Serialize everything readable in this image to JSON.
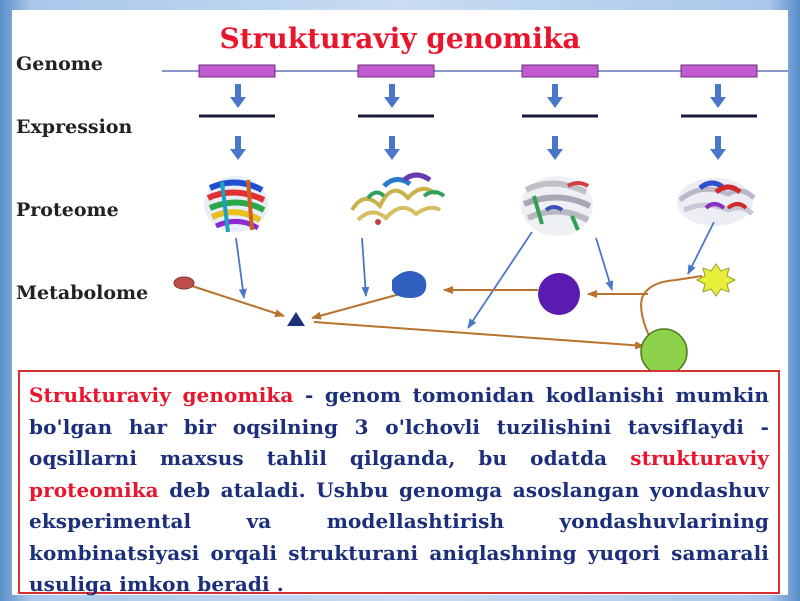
{
  "title": "Strukturaviy genomika",
  "diagram": {
    "row_labels": {
      "genome": "Genome",
      "expression": "Expression",
      "proteome": "Proteome",
      "metabolome": "Metabolome"
    },
    "colors": {
      "gene_bar": "#c35bd0",
      "arrow": "#4a78c8",
      "flow_arrow": "#b8732e",
      "metabolite_red": "#c0504d",
      "metabolite_blue": "#2f5fbf",
      "metabolite_purple": "#5a1bb0",
      "metabolite_green": "#8ed14a",
      "metabolite_yellow": "#e8ef3a",
      "metabolite_triangle": "#1f2f7a"
    }
  },
  "description": {
    "term1": "Strukturaviy genomika",
    "part1": " - genom tomonidan kodlanishi mumkin bo'lgan har bir oqsilning 3 o'lchovli tuzilishini tavsiflaydi - oqsillarni maxsus tahlil qilganda, bu odatda ",
    "term2": "strukturaviy proteomika",
    "part2": " deb ataladi. Ushbu genomga asoslangan yondashuv eksperimental va modellashtirish yondashuvlarining kombinatsiyasi orqali strukturani aniqlashning yuqori samarali usuliga imkon beradi ."
  }
}
